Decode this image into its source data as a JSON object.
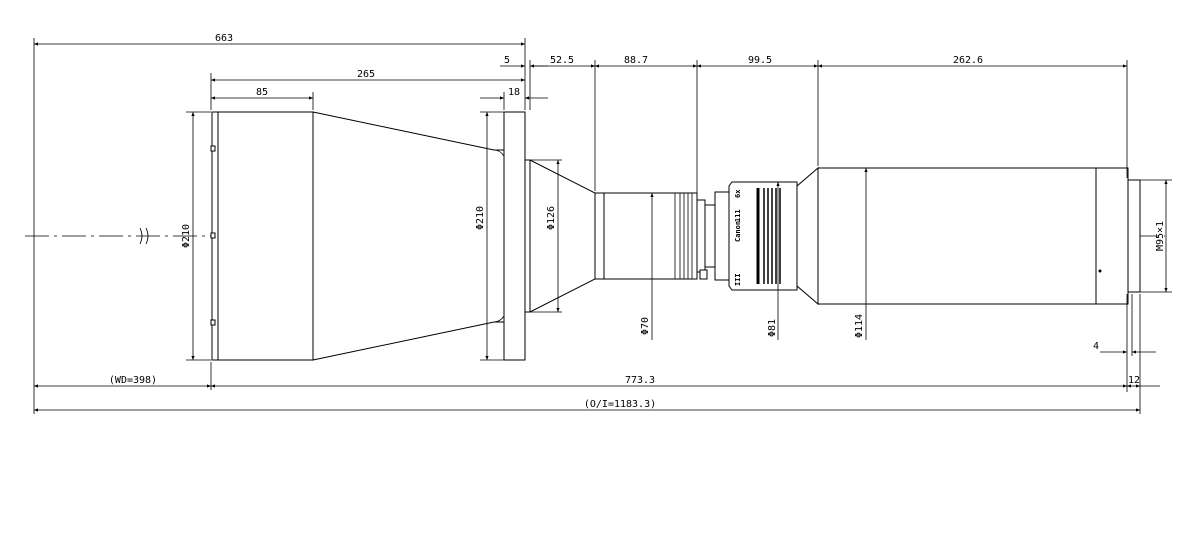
{
  "dimensions": {
    "overall_663": "663",
    "flange_gap_5": "5",
    "seg_52_5": "52.5",
    "seg_88_7": "88.7",
    "seg_99_5": "99.5",
    "seg_262_6": "262.6",
    "front_length_265": "265",
    "front_barrel_85": "85",
    "flange_18": "18",
    "dia_front_210": "Φ210",
    "dia_flange_210": "Φ210",
    "dia_126": "Φ126",
    "dia_70": "Φ70",
    "dia_81": "Φ81",
    "dia_114": "Φ114",
    "thread_m95": "M95×1",
    "rear_4": "4",
    "rear_12": "12",
    "working_distance": "(WD=398)",
    "length_773_3": "773.3",
    "object_to_image": "(O/I=1183.3)"
  },
  "lens_marking": {
    "brand_text": "Canon",
    "digits": "111",
    "side_digits": "III",
    "small_text": "6x"
  },
  "colors": {
    "line": "#000000",
    "background": "#ffffff"
  }
}
